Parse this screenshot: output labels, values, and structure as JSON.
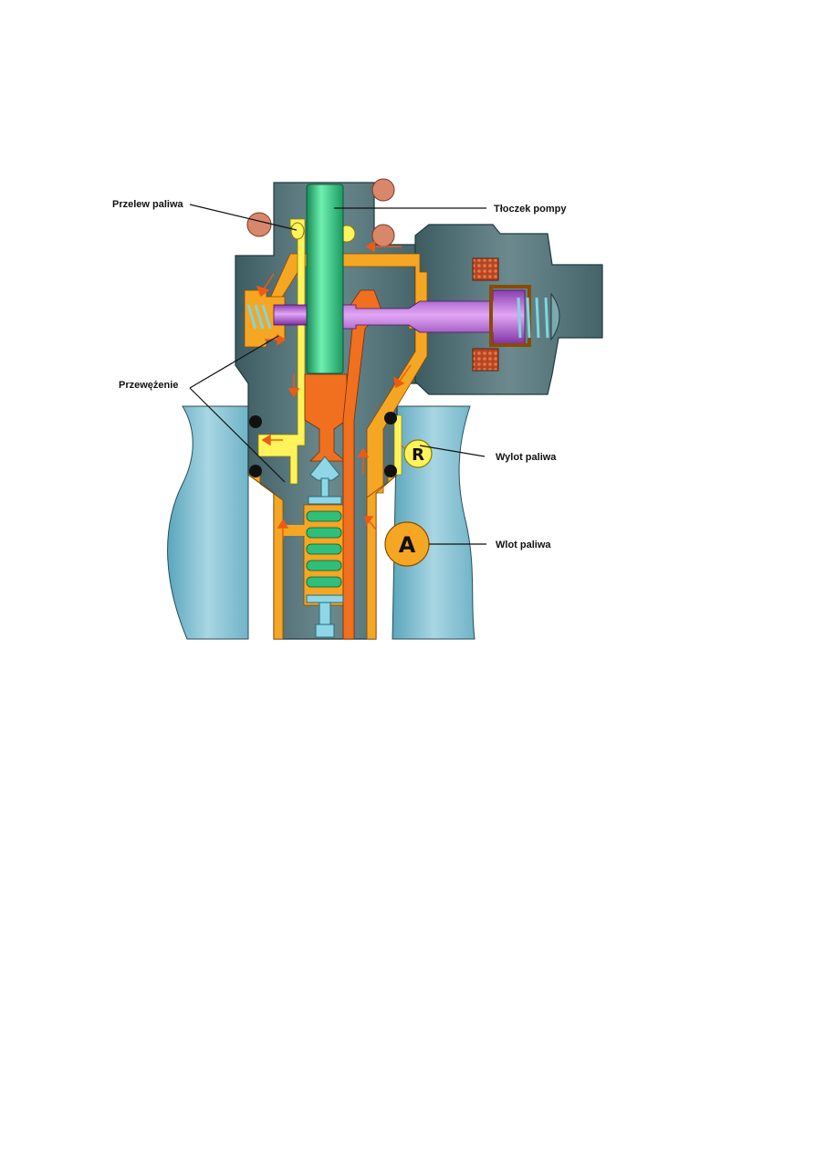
{
  "diagram": {
    "labels": {
      "przelew": "Przelew paliwa",
      "tloczek": "Tłoczek pompy",
      "przewezenie": "Przewężenie",
      "wylot": "Wylot paliwa",
      "wlot": "Wlot paliwa"
    },
    "badges": {
      "return": "R",
      "inlet": "A"
    },
    "colors": {
      "housing": "#4a6b70",
      "housing_dark": "#2f4c52",
      "block": "#8fc3d3",
      "fuel_high": "#f07020",
      "fuel_low": "#f5a623",
      "fuel_return": "#fff35c",
      "plunger": "#2fbf7a",
      "valve_pin": "#b15ad6",
      "spring_blue": "#7fd6e0",
      "coil": "#c0502a",
      "oring": "#111111",
      "seal_ball": "#d8876b",
      "badge_r": "#fff35c",
      "badge_a": "#f5a623"
    }
  }
}
